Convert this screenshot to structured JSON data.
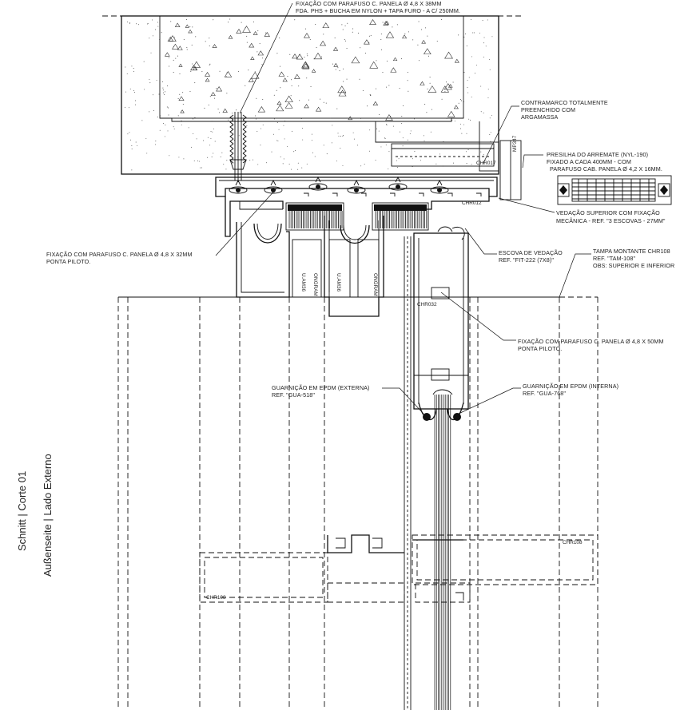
{
  "title": {
    "line1": "Schnitt | Corte 01",
    "line2": "Außenseite | Lado Externo"
  },
  "callouts": {
    "top_fixing": [
      "FIXAÇÃO COM PARAFUSO C. PANELA Ø 4,8 X 38MM",
      "FDA. PHS + BUCHA EM NYLON + TAPA FURO - A C/ 250MM."
    ],
    "contramarco": [
      "CONTRAMARCO TOTALMENTE",
      "PREENCHIDO COM",
      "ARGAMASSA"
    ],
    "presilha": [
      "PRESILHA DO ARREMATE (NYL-190)",
      "FIXADO A CADA 400MM - COM",
      "PARAFUSO CAB. PANELA Ø 4,2 X 16MM."
    ],
    "vedacao_superior": [
      "VEDAÇÃO SUPERIOR COM FIXAÇÃO",
      "MECÂNICA - REF. \"3 ESCOVAS - 27MM\""
    ],
    "fixing_32": [
      "FIXAÇÃO COM PARAFUSO C. PANELA Ø 4,8 X 32MM",
      "PONTA PILOTO."
    ],
    "escova": [
      "ESCOVA DE VEDAÇÃO",
      "REF. \"FIT-222 (7X8)\""
    ],
    "tampa": [
      "TAMPA MONTANTE CHR108",
      "REF. \"TAM-108\"",
      "OBS: SUPERIOR E INFERIOR"
    ],
    "fixing_50": [
      "FIXAÇÃO COM PARAFUSO C. PANELA Ø 4,8 X 50MM",
      "PONTA PILOTO."
    ],
    "guarnicao_ext": [
      "GUARNIÇÃO EM EPDM (EXTERNA)",
      "REF. \"GUA-518\""
    ],
    "guarnicao_int": [
      "GUARNIÇÃO EM EPDM (INTERNA)",
      "REF. \"GUA-768\""
    ]
  },
  "profile_tags": {
    "mp347": "MP347",
    "chr017": "CHR017",
    "chr012": "CHR012",
    "chr032": "CHR032",
    "chr108_right": "CHR108",
    "chr108_left": "CHR108",
    "vertical_left_1": "U.AM36",
    "vertical_left_2": "ONGRAM",
    "vertical_right_1": "U.AM36",
    "vertical_right_2": "ONGRAM"
  },
  "colors": {
    "line": "#111111",
    "text": "#222222",
    "background": "#ffffff"
  }
}
